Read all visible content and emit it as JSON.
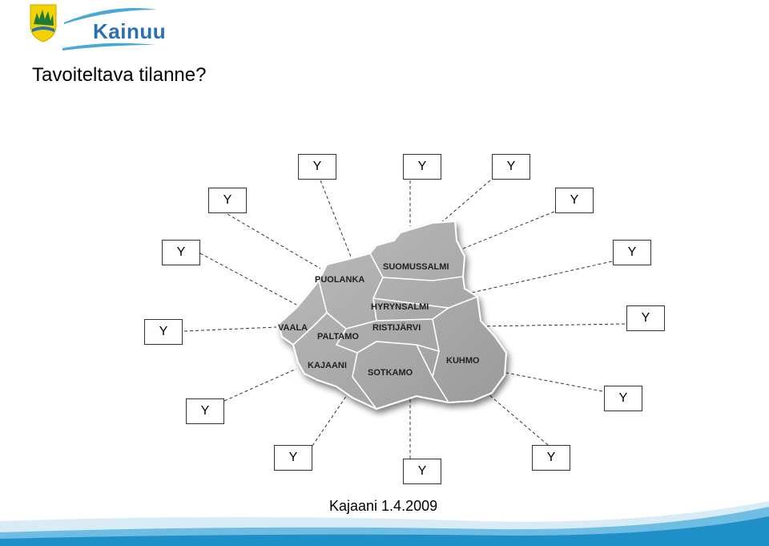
{
  "logo": {
    "text": "Kainuu",
    "accent": "#2a6fb0",
    "crest_color": "#f2d200"
  },
  "title": "Tavoiteltava tilanne?",
  "boxes": [
    {
      "label": "Y"
    },
    {
      "label": "Y"
    },
    {
      "label": "Y"
    },
    {
      "label": "Y"
    },
    {
      "label": "Y"
    },
    {
      "label": "Y"
    },
    {
      "label": "Y"
    },
    {
      "label": "Y"
    },
    {
      "label": "Y"
    },
    {
      "label": "Y"
    },
    {
      "label": "Y"
    },
    {
      "label": "Y"
    },
    {
      "label": "Y"
    },
    {
      "label": "Y"
    }
  ],
  "regions": {
    "suomussalmi": "SUOMUSSALMI",
    "puolanka": "PUOLANKA",
    "hyrynsalmi": "HYRYNSALMI",
    "vaala": "VAALA",
    "ristijarvi": "RISTIJÄRVI",
    "paltamo": "PALTAMO",
    "kuhmo": "KUHMO",
    "kajaani": "KAJAANI",
    "sotkamo": "SOTKAMO"
  },
  "footer": "Kajaani 1.4.2009",
  "colors": {
    "map_fill": "#a9a9a9",
    "wave_blue": "#1f8fc8",
    "wave_light": "#d8ecf6"
  }
}
